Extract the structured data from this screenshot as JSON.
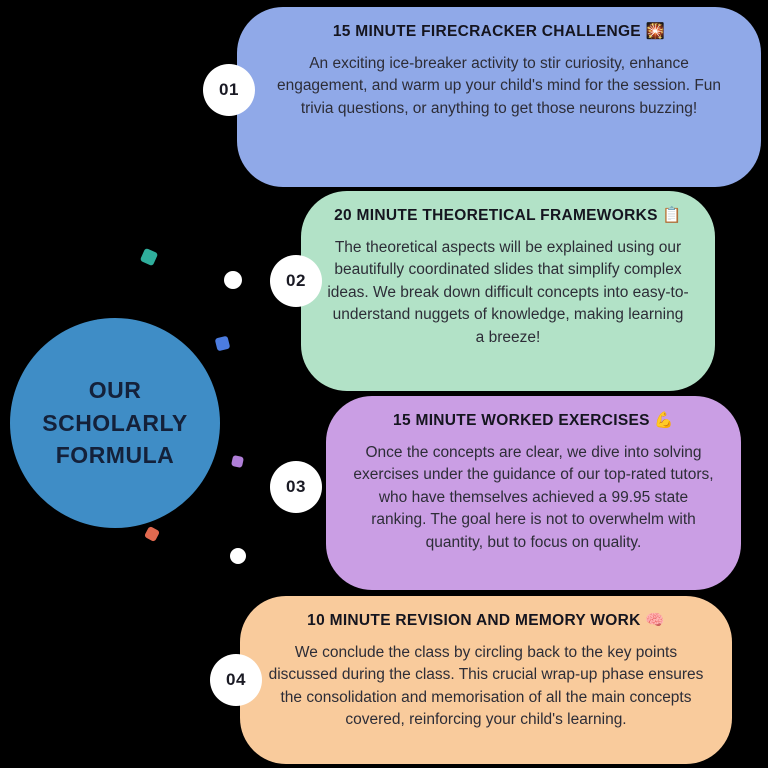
{
  "page": {
    "background": "#000000"
  },
  "center_circle": {
    "label": "OUR SCHOLARLY FORMULA",
    "color": "#3f8dc6",
    "text_color": "#14213a"
  },
  "steps": [
    {
      "number": "01",
      "title": "15 MINUTE FIRECRACKER CHALLENGE 🎇",
      "body": "An exciting ice-breaker activity to stir curiosity, enhance engagement, and warm up your child's mind for the session. Fun trivia questions, or anything to get those neurons buzzing!",
      "color": "#90a9e8"
    },
    {
      "number": "02",
      "title": "20 MINUTE THEORETICAL FRAMEWORKS 📋",
      "body": "The theoretical aspects will be explained using our beautifully coordinated slides that simplify complex ideas. We break down difficult concepts into easy-to-understand nuggets of knowledge, making learning a breeze!",
      "color": "#b2e2c7"
    },
    {
      "number": "03",
      "title": "15 MINUTE WORKED EXERCISES 💪",
      "body": "Once the concepts are clear, we dive into solving exercises under the guidance of our top-rated tutors, who have themselves achieved a 99.95 state ranking. The goal here is not to overwhelm with quantity, but to focus on quality.",
      "color": "#ca9ee4"
    },
    {
      "number": "04",
      "title": "10 MINUTE REVISION AND MEMORY WORK 🧠",
      "body": "We conclude the class by circling back to the key points discussed during the class. This crucial wrap-up phase ensures the consolidation and memorisation of all the main concepts covered, reinforcing your child's learning.",
      "color": "#f9cb9c"
    }
  ],
  "decorations": [
    {
      "name": "teal-square-confetti",
      "color": "#2fae9c"
    },
    {
      "name": "white-dot-confetti-top",
      "color": "#ffffff"
    },
    {
      "name": "blue-square-confetti",
      "color": "#4c7ce0"
    },
    {
      "name": "purple-square-confetti",
      "color": "#b07fd8"
    },
    {
      "name": "red-square-confetti",
      "color": "#e2694f"
    },
    {
      "name": "white-dot-confetti-bottom",
      "color": "#ffffff"
    }
  ]
}
